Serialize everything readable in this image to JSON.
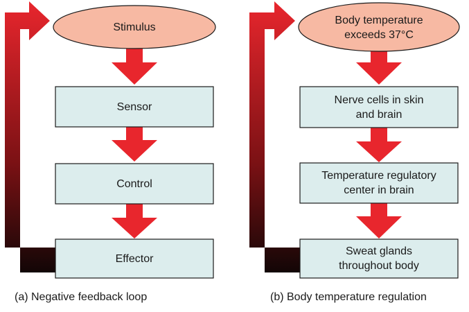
{
  "panel_a": {
    "stimulus": "Stimulus",
    "steps": [
      "Sensor",
      "Control",
      "Effector"
    ],
    "caption": "(a) Negative feedback loop"
  },
  "panel_b": {
    "stimulus": [
      "Body temperature",
      "exceeds 37°C"
    ],
    "steps": [
      [
        "Nerve cells in skin",
        "and brain"
      ],
      [
        "Temperature regulatory",
        "center in brain"
      ],
      [
        "Sweat glands",
        "throughout body"
      ]
    ],
    "caption": "(b) Body temperature regulation"
  },
  "colors": {
    "ellipse_fill": "#f7b9a3",
    "box_fill": "#dceded",
    "arrow_red": "#e8262d",
    "loop_dark": "#1a0a0a"
  }
}
